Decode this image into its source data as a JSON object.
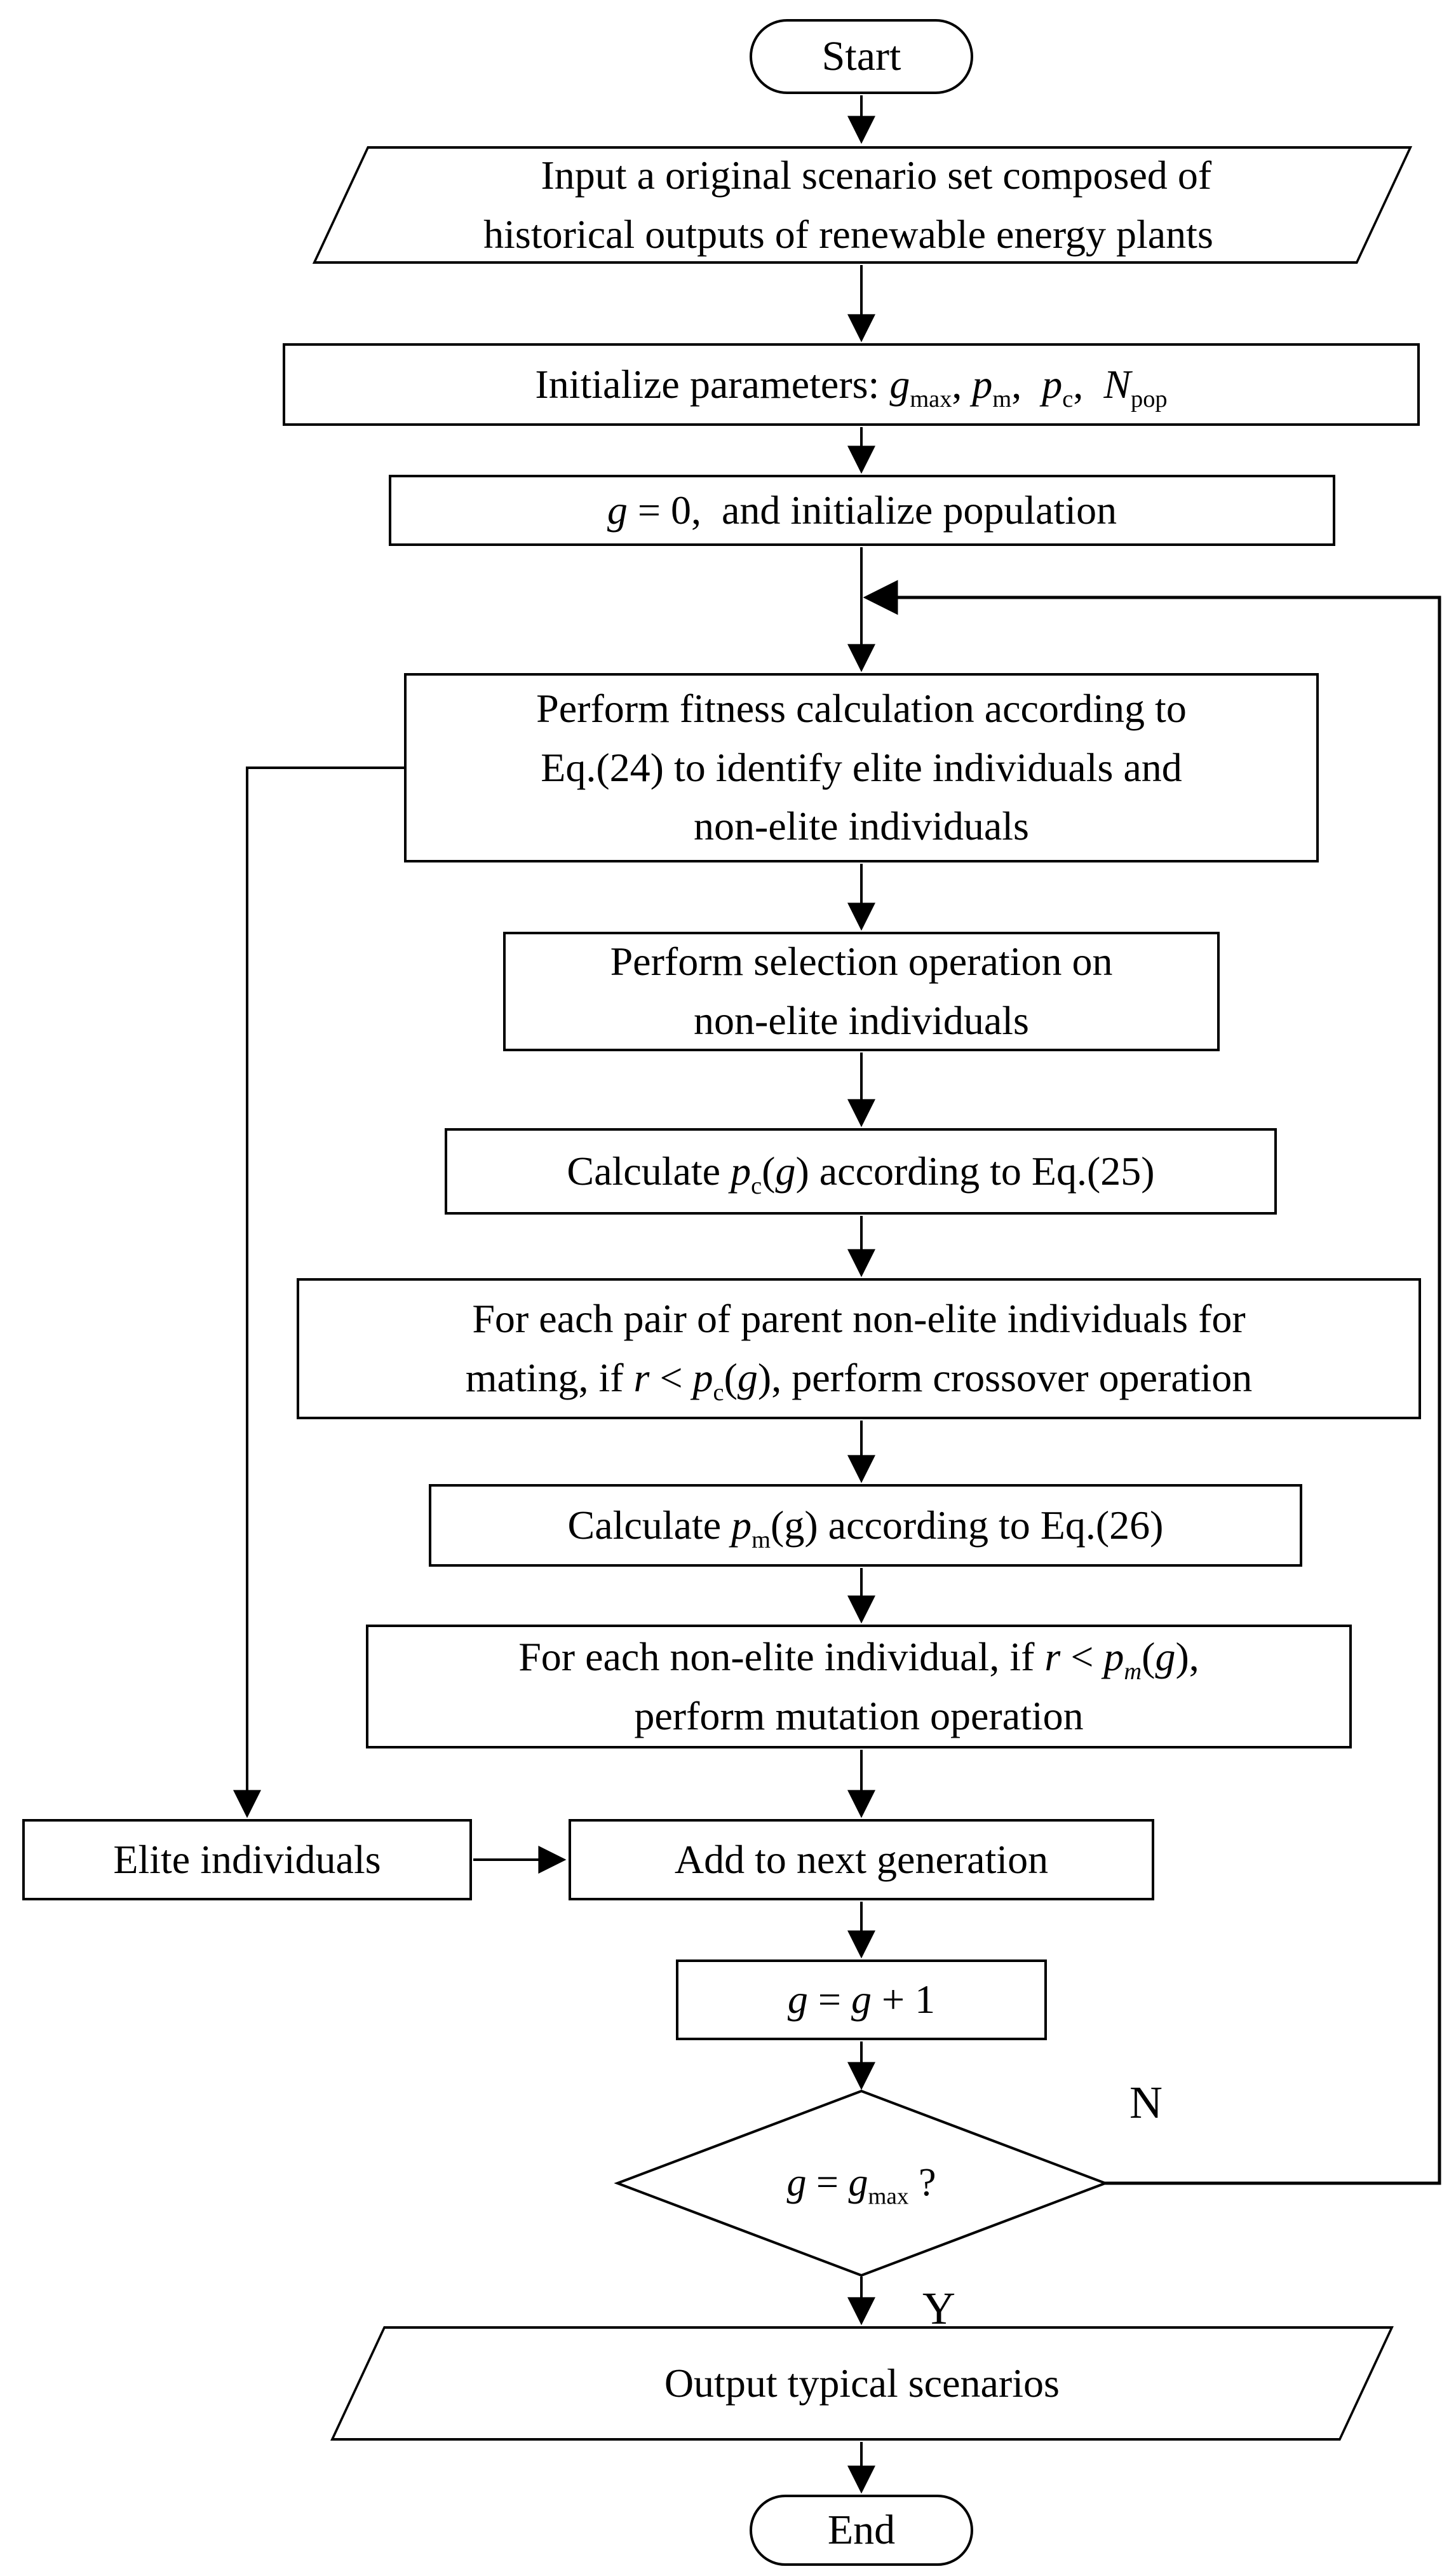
{
  "colors": {
    "background": "#ffffff",
    "line": "#000000",
    "node_fill": "#ffffff",
    "text": "#000000"
  },
  "flowchart": {
    "nodes": {
      "start": {
        "type": "terminator",
        "lines": [
          [
            {
              "t": "Start"
            }
          ]
        ]
      },
      "input_scenarios": {
        "type": "io",
        "lines": [
          [
            {
              "t": "Input a original scenario set composed of"
            }
          ],
          [
            {
              "t": "historical outputs of renewable energy plants"
            }
          ]
        ]
      },
      "init_params": {
        "type": "process",
        "lines": [
          [
            {
              "t": "Initialize parameters: "
            },
            {
              "t": "g",
              "i": true
            },
            {
              "t": "max",
              "sub": true
            },
            {
              "t": ", "
            },
            {
              "t": "p",
              "i": true
            },
            {
              "t": "m",
              "sub": true
            },
            {
              "t": ",  "
            },
            {
              "t": "p",
              "i": true
            },
            {
              "t": "c",
              "sub": true
            },
            {
              "t": ",  "
            },
            {
              "t": "N",
              "i": true
            },
            {
              "t": "pop",
              "sub": true
            }
          ]
        ]
      },
      "init_population": {
        "type": "process",
        "lines": [
          [
            {
              "t": "g",
              "i": true
            },
            {
              "t": " = 0,  and initialize population"
            }
          ]
        ]
      },
      "fitness": {
        "type": "process",
        "lines": [
          [
            {
              "t": "Perform fitness calculation according to"
            }
          ],
          [
            {
              "t": "Eq.(24) to identify elite individuals and"
            }
          ],
          [
            {
              "t": "non-elite individuals"
            }
          ]
        ]
      },
      "selection": {
        "type": "process",
        "lines": [
          [
            {
              "t": "Perform selection operation on"
            }
          ],
          [
            {
              "t": "non-elite individuals"
            }
          ]
        ]
      },
      "calc_pc": {
        "type": "process",
        "lines": [
          [
            {
              "t": "Calculate "
            },
            {
              "t": "p",
              "i": true
            },
            {
              "t": "c",
              "sub": true
            },
            {
              "t": "("
            },
            {
              "t": "g",
              "i": true
            },
            {
              "t": ") according to Eq.(25)"
            }
          ]
        ]
      },
      "crossover": {
        "type": "process",
        "lines": [
          [
            {
              "t": "For each pair of parent non-elite individuals for"
            }
          ],
          [
            {
              "t": "mating, if "
            },
            {
              "t": "r",
              "i": true
            },
            {
              "t": " < "
            },
            {
              "t": "p",
              "i": true
            },
            {
              "t": "c",
              "sub": true
            },
            {
              "t": "("
            },
            {
              "t": "g",
              "i": true
            },
            {
              "t": "), perform crossover operation"
            }
          ]
        ]
      },
      "calc_pm": {
        "type": "process",
        "lines": [
          [
            {
              "t": "Calculate "
            },
            {
              "t": "p",
              "i": true
            },
            {
              "t": "m",
              "sub": true
            },
            {
              "t": "(g) according to Eq.(26)"
            }
          ]
        ]
      },
      "mutation": {
        "type": "process",
        "lines": [
          [
            {
              "t": "For each non-elite individual, if "
            },
            {
              "t": "r",
              "i": true
            },
            {
              "t": " < "
            },
            {
              "t": "p",
              "i": true
            },
            {
              "t": "m",
              "sub": true,
              "i": true
            },
            {
              "t": "("
            },
            {
              "t": "g",
              "i": true
            },
            {
              "t": "),"
            }
          ],
          [
            {
              "t": "perform mutation operation"
            }
          ]
        ]
      },
      "elite_individuals": {
        "type": "process",
        "lines": [
          [
            {
              "t": "Elite individuals"
            }
          ]
        ]
      },
      "add_next_generation": {
        "type": "process",
        "lines": [
          [
            {
              "t": "Add to next generation"
            }
          ]
        ]
      },
      "increment_g": {
        "type": "process",
        "lines": [
          [
            {
              "t": "g",
              "i": true
            },
            {
              "t": " = "
            },
            {
              "t": "g",
              "i": true
            },
            {
              "t": " + 1"
            }
          ]
        ]
      },
      "decision_gmax": {
        "type": "decision",
        "lines": [
          [
            {
              "t": "g",
              "i": true
            },
            {
              "t": " = "
            },
            {
              "t": "g",
              "i": true
            },
            {
              "t": "max",
              "sub": true
            },
            {
              "t": " ?"
            }
          ]
        ]
      },
      "output_scenarios": {
        "type": "io",
        "lines": [
          [
            {
              "t": "Output typical scenarios"
            }
          ]
        ]
      },
      "end": {
        "type": "terminator",
        "lines": [
          [
            {
              "t": "End"
            }
          ]
        ]
      }
    },
    "decision_branches": {
      "no": "N",
      "yes": "Y"
    }
  }
}
